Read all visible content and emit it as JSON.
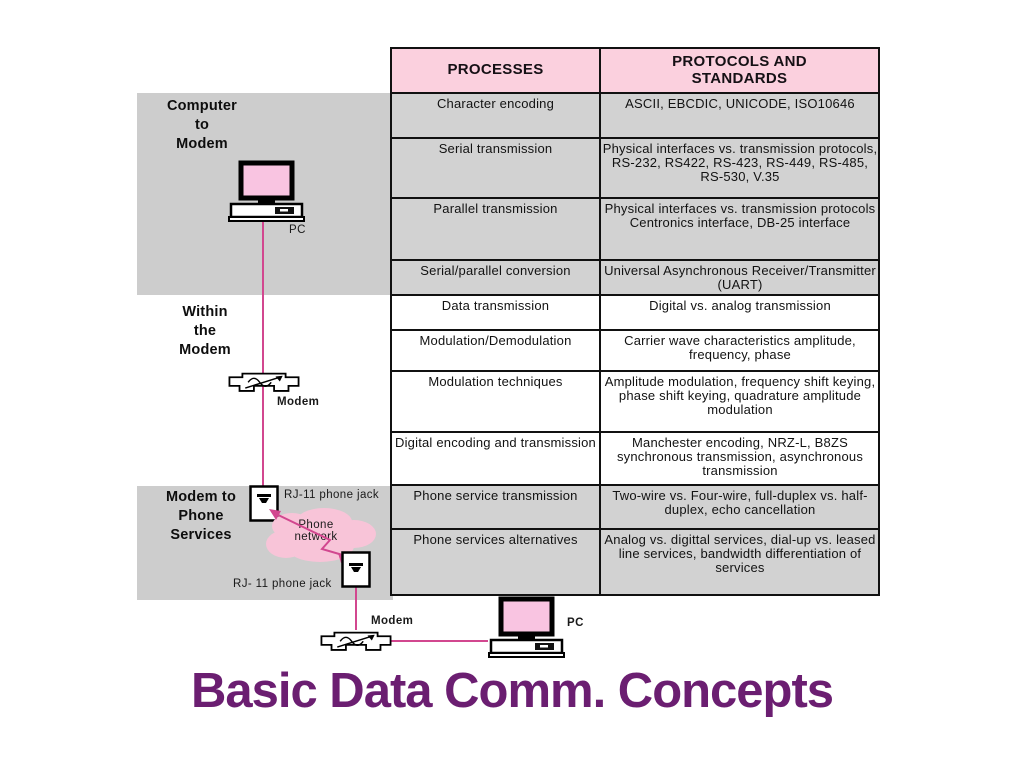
{
  "slide": {
    "title": "Basic Data Comm. Concepts"
  },
  "diagram": {
    "sections": {
      "computer_to_modem": "Computer\nto\nModem",
      "within_the_modem": "Within\nthe\nModem",
      "modem_to_phone": "Modem to\nPhone\nServices"
    },
    "labels": {
      "pc_top": "PC",
      "modem_mid": "Modem",
      "jack_top": "RJ-11 phone jack",
      "cloud": "Phone\nnetwork",
      "jack_bottom": "RJ- 11 phone jack",
      "modem_bottom": "Modem",
      "pc_bottom": "PC"
    },
    "icons": {
      "pc": "pc-icon",
      "modem": "modem-icon",
      "rj11": "rj11-jack-icon",
      "cloud": "phone-network-cloud"
    }
  },
  "table": {
    "headers": {
      "processes": "PROCESSES",
      "protocols": "PROTOCOLS AND\nSTANDARDS"
    },
    "rows": [
      {
        "process": "Character encoding",
        "protocols": "ASCII, EBCDIC, UNICODE, ISO10646"
      },
      {
        "process": "Serial transmission",
        "protocols": "Physical interfaces vs. transmission protocols, RS-232, RS422, RS-423, RS-449, RS-485, RS-530, V.35"
      },
      {
        "process": "Parallel transmission",
        "protocols": "Physical interfaces vs. transmission protocols Centronics interface, DB-25 interface"
      },
      {
        "process": "Serial/parallel conversion",
        "protocols": "Universal Asynchronous Receiver/Transmitter (UART)"
      },
      {
        "process": "Data transmission",
        "protocols": "Digital vs. analog transmission"
      },
      {
        "process": "Modulation/Demodulation",
        "protocols": "Carrier wave characteristics amplitude, frequency, phase"
      },
      {
        "process": "Modulation techniques",
        "protocols": "Amplitude modulation, frequency shift keying, phase shift keying, quadrature amplitude modulation"
      },
      {
        "process": "Digital encoding and transmission",
        "protocols": "Manchester encoding, NRZ-L, B8ZS synchronous transmission, asynchronous transmission"
      },
      {
        "process": "Phone service transmission",
        "protocols": "Two-wire vs. Four-wire, full-duplex vs. half-duplex, echo cancellation"
      },
      {
        "process": "Phone services alternatives",
        "protocols": "Analog vs. digittal services, dial-up vs. leased line services, bandwidth differentiation of services"
      }
    ]
  },
  "colors": {
    "header_pink": "#fbd0de",
    "row_gray": "#d2d2d2",
    "panel_gray": "#cdcdcd",
    "line_magenta": "#d2478f",
    "title_purple": "#6b1e71",
    "cloud_pink": "#f8c4d8",
    "screen_pink": "#f9c4e1"
  }
}
